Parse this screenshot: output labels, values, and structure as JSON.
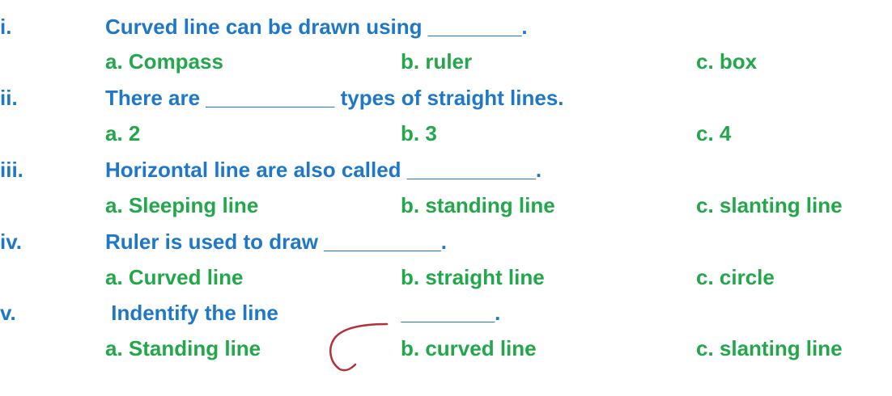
{
  "questions": [
    {
      "number": "i.",
      "text": "Curved line can be drawn using ________.",
      "options": [
        "a.  Compass",
        "b.  ruler",
        "c.  box"
      ]
    },
    {
      "number": "ii.",
      "text": "There are ___________ types of straight lines.",
      "options": [
        "a.  2",
        "b. 3",
        "c.  4"
      ]
    },
    {
      "number": "iii.",
      "text": "Horizontal line are also called ___________.",
      "options": [
        "a.  Sleeping line",
        "b.  standing line",
        "c. slanting line"
      ]
    },
    {
      "number": "iv.",
      "text": "Ruler is used to draw __________.",
      "options": [
        "a.  Curved line",
        "b. straight line",
        "c. circle"
      ]
    },
    {
      "number": "v.",
      "text": " Indentify the line                     ________.",
      "options": [
        "a.  Standing line",
        "b. curved line",
        "c. slanting line"
      ]
    }
  ],
  "colors": {
    "question": "#1f77c8",
    "option": "#22a84a",
    "figure_stroke": "#b5313a"
  },
  "figure_icon": "curved-line-icon"
}
